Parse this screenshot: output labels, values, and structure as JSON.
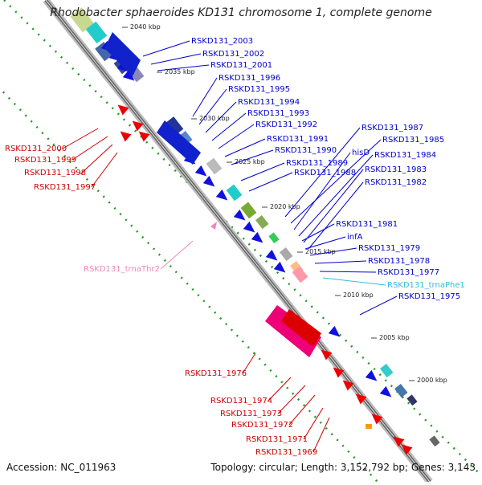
{
  "title": "Rhodobacter sphaeroides KD131 chromosome 1, complete genome",
  "footer": {
    "accession": "Accession: NC_011963",
    "summary": "Topology: circular; Length: 3,152,792 bp; Genes: 3,143"
  },
  "colors": {
    "plus_label": "#0000cc",
    "minus_label": "#cc0000",
    "trna_plus": "#33bbdd",
    "trna_minus": "#ee88bb",
    "backbone": "#888888",
    "gc_dots": "#229922"
  },
  "scale": {
    "ticks": [
      "2040 kbp",
      "2035 kbp",
      "2030 kbp",
      "2025 kbp",
      "2020 kbp",
      "2015 kbp",
      "2010 kbp",
      "2005 kbp",
      "2000 kbp"
    ]
  },
  "labels_plus": [
    "RSKD131_2003",
    "RSKD131_2002",
    "RSKD131_2001",
    "RSKD131_1996",
    "RSKD131_1995",
    "RSKD131_1994",
    "RSKD131_1993",
    "RSKD131_1992",
    "RSKD131_1991",
    "RSKD131_1990",
    "RSKD131_1989",
    "RSKD131_1988",
    "RSKD131_1987",
    "RSKD131_1985",
    "hisD",
    "RSKD131_1984",
    "RSKD131_1983",
    "RSKD131_1982",
    "RSKD131_1981",
    "infA",
    "RSKD131_1979",
    "RSKD131_1978",
    "RSKD131_1977",
    "RSKD131_trnaPhe1",
    "RSKD131_1975"
  ],
  "labels_minus": [
    "RSKD131_2000",
    "RSKD131_1999",
    "RSKD131_1998",
    "RSKD131_1997",
    "RSKD131_trnaThr2",
    "RSKD131_1976",
    "RSKD131_1974",
    "RSKD131_1973",
    "RSKD131_1972",
    "RSKD131_1971",
    "RSKD131_1969"
  ]
}
